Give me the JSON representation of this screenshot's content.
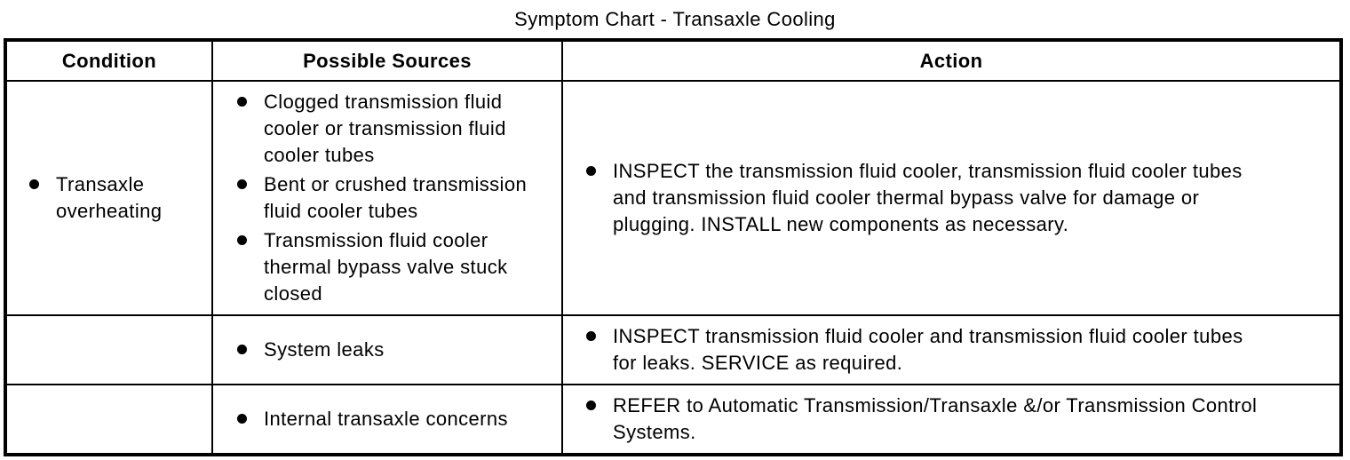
{
  "page_title": "Symptom Chart - Transaxle Cooling",
  "colors": {
    "text": "#000000",
    "border": "#000000",
    "background": "#ffffff"
  },
  "table": {
    "headers": [
      "Condition",
      "Possible Sources",
      "Action"
    ],
    "rows": [
      {
        "condition": [
          "Transaxle overheating"
        ],
        "sources": [
          "Clogged transmission fluid cooler or transmission fluid cooler tubes",
          "Bent or crushed transmission fluid cooler tubes",
          "Transmission fluid cooler thermal bypass valve stuck closed"
        ],
        "actions": [
          "INSPECT the transmission fluid cooler, transmission fluid cooler tubes and transmission fluid cooler thermal bypass valve for damage or plugging. INSTALL new components as necessary."
        ]
      },
      {
        "condition": [],
        "sources": [
          "System leaks"
        ],
        "actions": [
          "INSPECT transmission fluid cooler and transmission fluid cooler tubes for leaks. SERVICE as required."
        ]
      },
      {
        "condition": [],
        "sources": [
          "Internal transaxle concerns"
        ],
        "actions": [
          "REFER to Automatic Transmission/Transaxle &/or Transmission Control Systems."
        ]
      }
    ]
  }
}
